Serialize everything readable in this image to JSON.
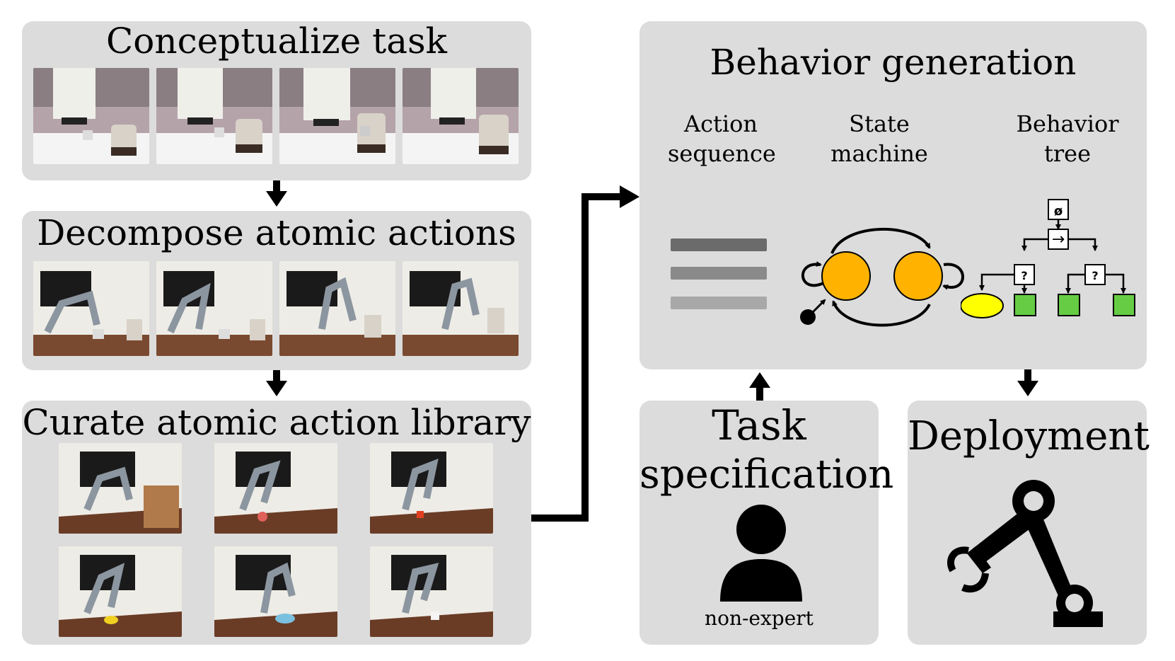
{
  "panels": {
    "conceptualize": {
      "title": "Conceptualize task"
    },
    "decompose": {
      "title": "Decompose atomic actions"
    },
    "curate": {
      "title": "Curate atomic action library"
    },
    "behavior": {
      "title": "Behavior generation",
      "columns": [
        {
          "label": "Action\nsequence"
        },
        {
          "label": "State\nmachine"
        },
        {
          "label": "Behavior\ntree"
        }
      ],
      "tree_symbols": {
        "root": "ø",
        "sequence": "→",
        "fallback_left": "?",
        "fallback_right": "?"
      }
    },
    "task": {
      "title_line1": "Task",
      "title_line2": "specification",
      "caption": "non-expert"
    },
    "deployment": {
      "title": "Deployment"
    }
  },
  "colors": {
    "panel_bg": "#dcdcdc",
    "state_fill": "#ffb300",
    "condition_fill": "#ffff00",
    "action_fill": "#66cc44"
  },
  "icons": [
    "person-icon",
    "robot-arm-icon"
  ]
}
